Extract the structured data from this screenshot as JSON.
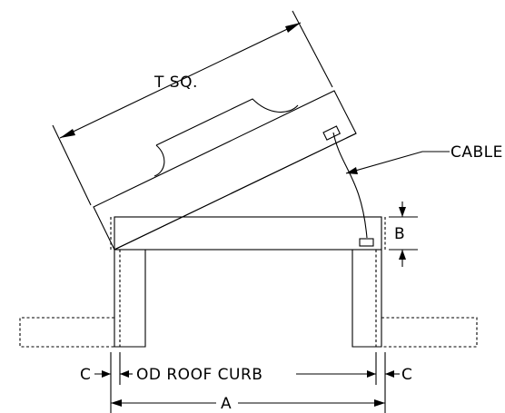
{
  "labels": {
    "t_sq": "T SQ.",
    "cable": "CABLE",
    "b": "B",
    "c_left": "C",
    "c_right": "C",
    "od_roof_curb": "OD ROOF CURB",
    "a": "A"
  }
}
